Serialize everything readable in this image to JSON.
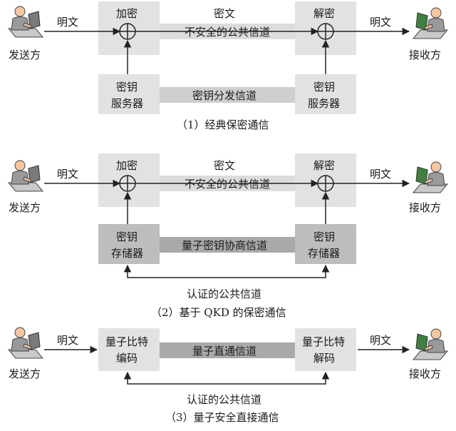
{
  "diagram1": {
    "sender": "发送方",
    "receiver": "接收方",
    "plaintext_left": "明文",
    "plaintext_right": "明文",
    "encrypt": "加密",
    "decrypt": "解密",
    "ciphertext": "密文",
    "insecure_channel": "不安全的公共信道",
    "key_server_left": [
      "密钥",
      "服务器"
    ],
    "key_server_right": [
      "密钥",
      "服务器"
    ],
    "key_channel": "密钥分发信道",
    "caption": "（1）经典保密通信"
  },
  "diagram2": {
    "sender": "发送方",
    "receiver": "接收方",
    "plaintext_left": "明文",
    "plaintext_right": "明文",
    "encrypt": "加密",
    "decrypt": "解密",
    "ciphertext": "密文",
    "insecure_channel": "不安全的公共信道",
    "key_store_left": [
      "密钥",
      "存储器"
    ],
    "key_store_right": [
      "密钥",
      "存储器"
    ],
    "key_channel": "量子密钥协商信道",
    "auth_channel": "认证的公共信道",
    "caption": "（2）基于 QKD 的保密通信"
  },
  "diagram3": {
    "sender": "发送方",
    "receiver": "接收方",
    "plaintext_left": "明文",
    "plaintext_right": "明文",
    "encoder": [
      "量子比特",
      "编码"
    ],
    "decoder": [
      "量子比特",
      "解码"
    ],
    "direct_channel": "量子直通信道",
    "auth_channel": "认证的公共信道",
    "caption": "（3）量子安全直接通信"
  },
  "icons": [
    "sender-computer-icon",
    "receiver-computer-icon",
    "xor-icon",
    "arrow-icon"
  ]
}
